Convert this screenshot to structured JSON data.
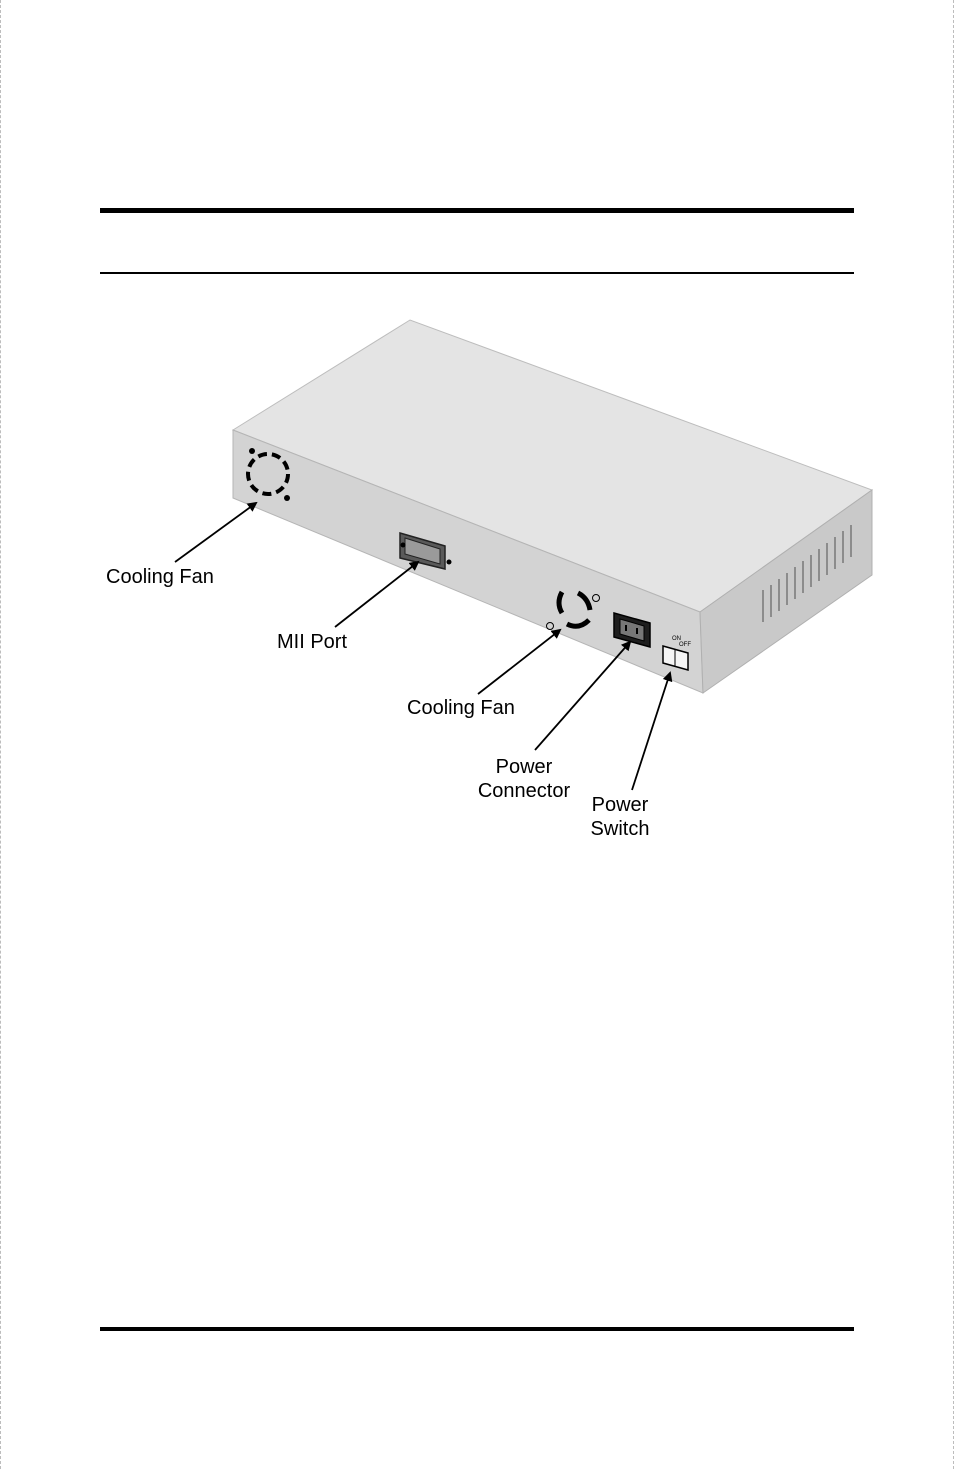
{
  "figure": {
    "labels": {
      "cooling_fan_left": "Cooling Fan",
      "mii_port": "MII Port",
      "cooling_fan_right": "Cooling Fan",
      "power_connector_line1": "Power",
      "power_connector_line2": "Connector",
      "power_switch_line1": "Power",
      "power_switch_line2": "Switch"
    }
  }
}
